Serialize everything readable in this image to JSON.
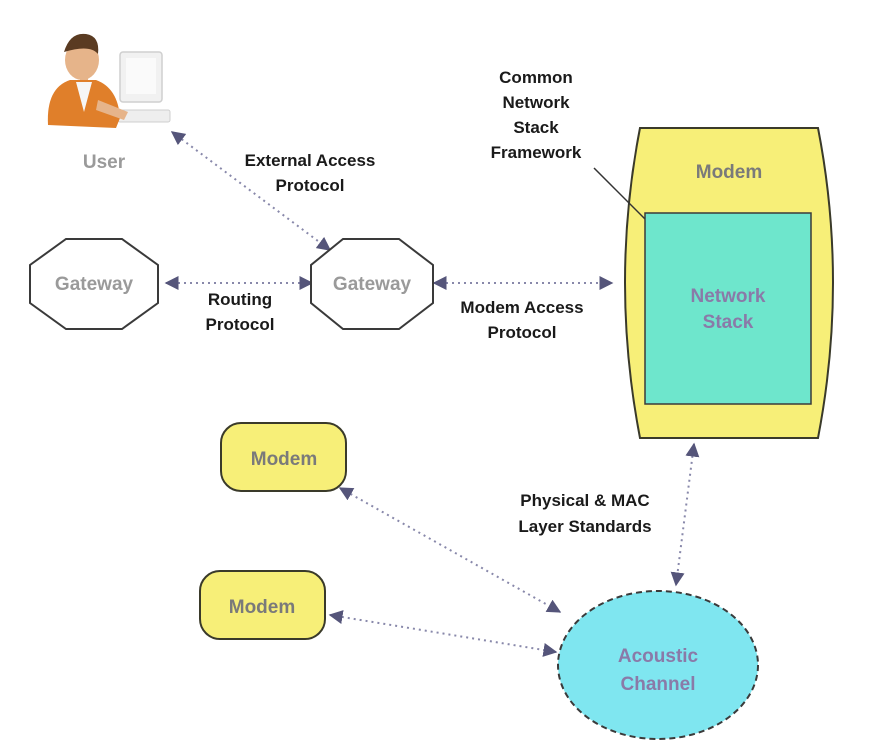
{
  "diagram": {
    "user_label": "User",
    "external_access_label": [
      "External Access",
      "Protocol"
    ],
    "common_stack_label": [
      "Common",
      "Network",
      "Stack",
      "Framework"
    ],
    "gateway_left_label": "Gateway",
    "gateway_right_label": "Gateway",
    "routing_protocol_label": [
      "Routing",
      "Protocol"
    ],
    "modem_access_label": [
      "Modem Access",
      "Protocol"
    ],
    "main_modem_label": "Modem",
    "network_stack_label": [
      "Network",
      "Stack"
    ],
    "modem_small_1_label": "Modem",
    "modem_small_2_label": "Modem",
    "phy_mac_label": [
      "Physical & MAC",
      "Layer Standards"
    ],
    "acoustic_channel_label": [
      "Acoustic",
      "Channel"
    ]
  },
  "colors": {
    "modem_fill": "#f7ef78",
    "modem_stroke": "#3a3a2a",
    "stack_fill": "#6ee6cc",
    "acoustic_fill": "#7fe6f0",
    "gateway_fill": "#ffffff",
    "arrow": "#8888aa"
  },
  "icons": {
    "user": "user-at-computer-icon"
  }
}
